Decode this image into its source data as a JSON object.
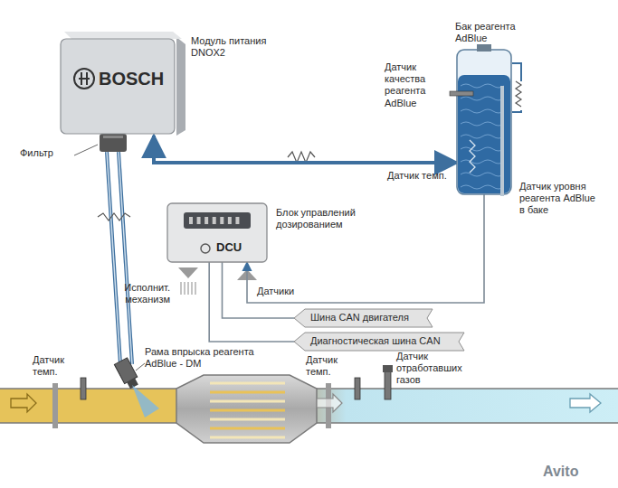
{
  "diagram": {
    "nodes": [
      {
        "text": [
          "BOSCH",
          "Модуль питания DNOX2"
        ]
      },
      {
        "text": [
          "Бак реагента AdBlue"
        ]
      },
      {
        "text": [
          "DCU",
          "Блок управлений дозированием"
        ]
      },
      {
        "text": [
          "Шина CAN двигателя"
        ]
      },
      {
        "text": [
          "Диагностическая шина CAN"
        ]
      }
    ],
    "edges": [
      {
        "from": 0,
        "to": 1,
        "arrow": "both"
      },
      {
        "from": 1,
        "to": 2,
        "arrow": "to"
      },
      {
        "from": 2,
        "to": 3,
        "arrow": "none"
      },
      {
        "from": 2,
        "to": 4,
        "arrow": "none"
      }
    ],
    "labels": [
      "Фильтр",
      "Датчик качества реагента AdBlue",
      "Датчик темп.",
      "Датчик уровня реагента AdBlue в баке",
      "Исполнит. механизм",
      "Датчики",
      "Рама впрыска реагента AdBlue - DM",
      "Датчик темп.",
      "Датчик темп.",
      "Датчик отработавших газов",
      "Avito"
    ]
  }
}
